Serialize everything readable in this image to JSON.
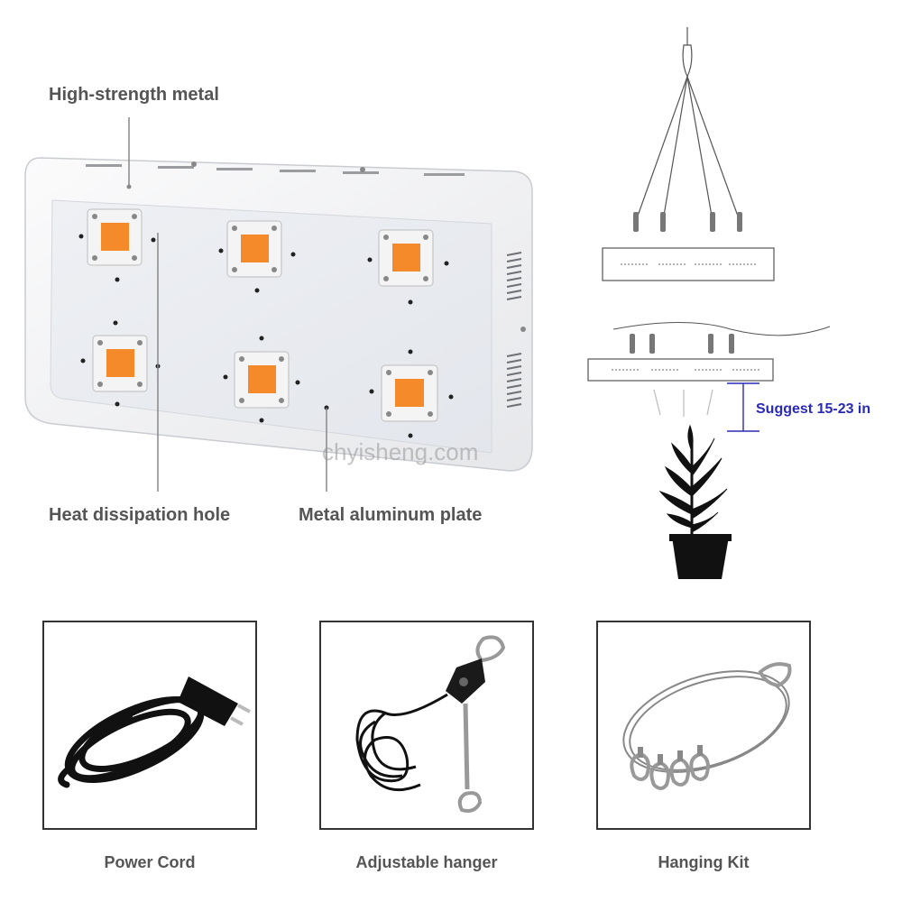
{
  "callouts": {
    "high_strength": "High-strength metal",
    "heat_hole": "Heat dissipation hole",
    "aluminum_plate": "Metal aluminum plate"
  },
  "watermark": "chyisheng.com",
  "diagram": {
    "suggest_distance": "Suggest 15-23 in"
  },
  "accessories": [
    {
      "caption": "Power Cord",
      "icon": "power-cord"
    },
    {
      "caption": "Adjustable hanger",
      "icon": "rope-ratchet-hanger"
    },
    {
      "caption": "Hanging Kit",
      "icon": "wire-hanging-kit"
    }
  ],
  "colors": {
    "led_orange": "#f28a1e",
    "text_gray": "#555555",
    "suggest_blue": "#2a2ab8"
  }
}
